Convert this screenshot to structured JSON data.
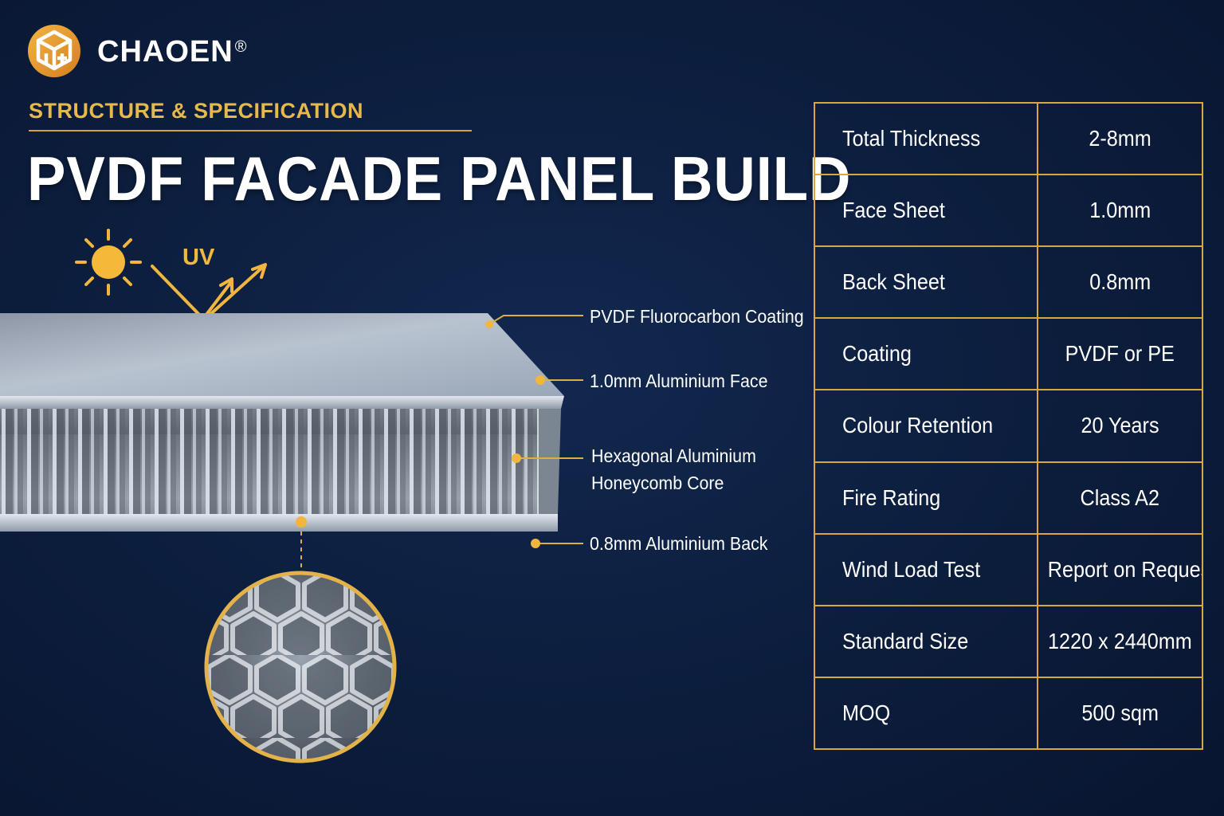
{
  "brand": {
    "name": "CHAOEN",
    "mark": "®",
    "logo_icon": "hexagon-cube-logo-icon"
  },
  "header": {
    "kicker": "STRUCTURE & SPECIFICATION",
    "title": "PVDF FACADE PANEL BUILD"
  },
  "uv": {
    "label": "UV",
    "icon": "sun-icon"
  },
  "layers": [
    {
      "label": "PVDF Fluorocarbon Coating"
    },
    {
      "label": "1.0mm Aluminium Face"
    },
    {
      "label": "Hexagonal Aluminium",
      "label2": "Honeycomb Core"
    },
    {
      "label": "0.8mm Aluminium Back"
    }
  ],
  "specs": [
    {
      "key": "Total Thickness",
      "value": "2-8mm"
    },
    {
      "key": "Face Sheet",
      "value": "1.0mm"
    },
    {
      "key": "Back Sheet",
      "value": "0.8mm"
    },
    {
      "key": "Coating",
      "value": "PVDF or PE"
    },
    {
      "key": "Colour Retention",
      "value": "20 Years"
    },
    {
      "key": "Fire Rating",
      "value": "Class A2"
    },
    {
      "key": "Wind Load Test",
      "value": "Report on Request"
    },
    {
      "key": "Standard Size",
      "value": "1220 x 2440mm"
    },
    {
      "key": "MOQ",
      "value": "500 sqm"
    }
  ],
  "colors": {
    "accent": "#e6b94a",
    "background": "#0c1d3c",
    "panel": "#a9b5c4"
  }
}
